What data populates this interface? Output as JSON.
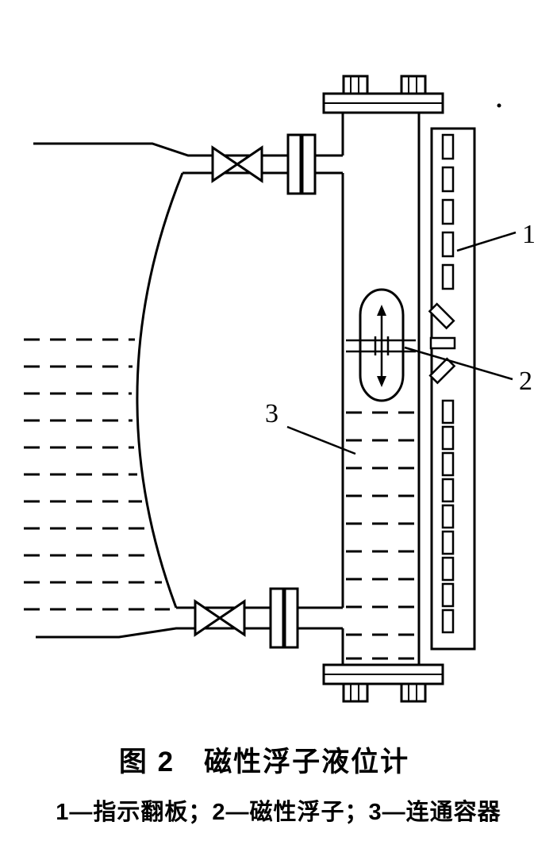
{
  "figure": {
    "caption": "图 2　磁性浮子液位计",
    "legend": "1—指示翻板；2—磁性浮子；3—连通容器",
    "callouts": {
      "flap_board": "1",
      "magnetic_float": "2",
      "connecting_vessel": "3"
    },
    "colors": {
      "ink": "#000000",
      "paper": "#ffffff"
    }
  }
}
